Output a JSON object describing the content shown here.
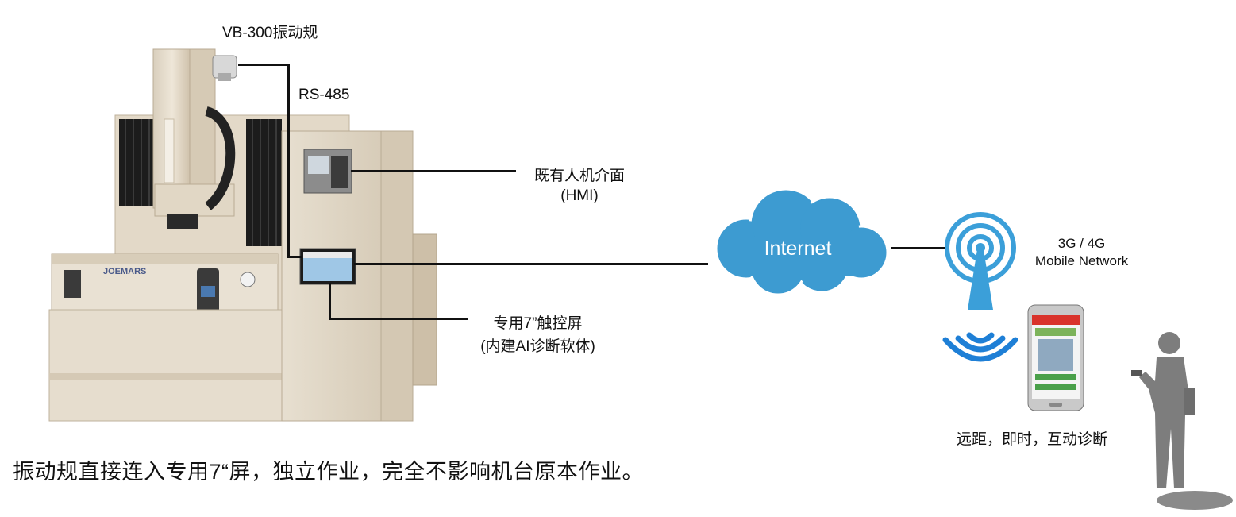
{
  "labels": {
    "sensor": "VB-300振动规",
    "rs485": "RS-485",
    "hmi_line1": "既有人机介面",
    "hmi_line2": "(HMI)",
    "touch_line1": "专用7”触控屏",
    "touch_line2": "(内建AI诊断软体)",
    "internet": "Internet",
    "mobile_line1": "3G / 4G",
    "mobile_line2": "Mobile Network",
    "remote": "远距，即时，互动诊断",
    "machine_brand": "JOEMARS"
  },
  "caption": "振动规直接连入专用7“屏，独立作业，完全不影响机台原本作业。",
  "colors": {
    "cloud": "#3d9bd1",
    "tower": "#3b9fd9",
    "machine_body": "#e6ddce",
    "machine_shadow": "#cfc3ae",
    "wire": "#111111",
    "person": "#7d7d7d"
  }
}
